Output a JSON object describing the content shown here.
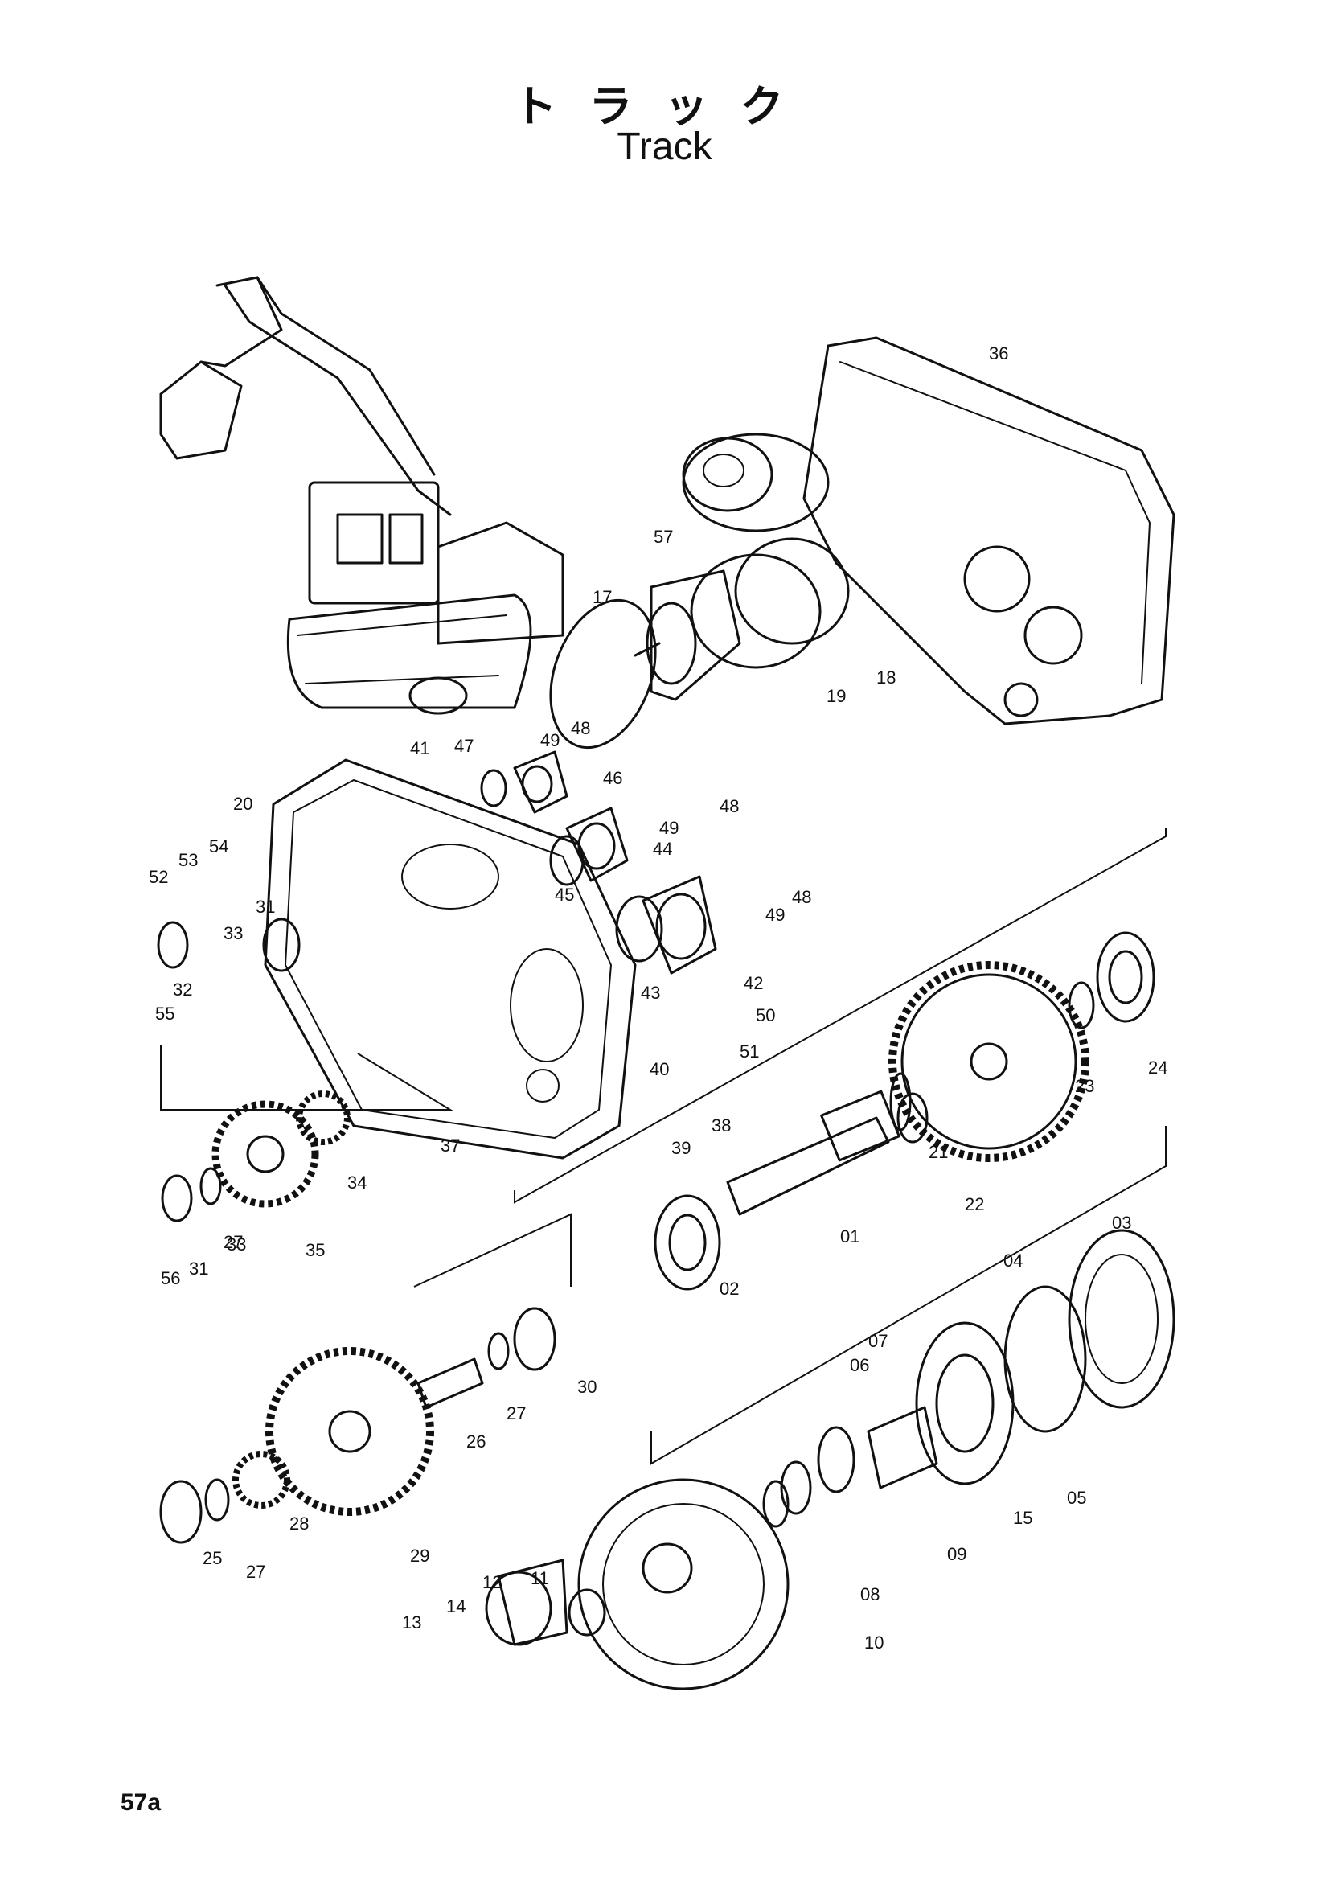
{
  "title": {
    "japanese": "トラック",
    "english": "Track"
  },
  "page_number": "57a",
  "part_labels": [
    "01",
    "02",
    "03",
    "04",
    "05",
    "06",
    "07",
    "08",
    "09",
    "10",
    "11",
    "12",
    "13",
    "14",
    "15",
    "17",
    "18",
    "19",
    "20",
    "21",
    "22",
    "23",
    "24",
    "25",
    "26",
    "27",
    "27",
    "27",
    "28",
    "29",
    "30",
    "31",
    "31",
    "32",
    "33",
    "33",
    "34",
    "35",
    "36",
    "37",
    "38",
    "39",
    "40",
    "41",
    "42",
    "43",
    "44",
    "45",
    "46",
    "47",
    "48",
    "48",
    "48",
    "49",
    "49",
    "49",
    "50",
    "51",
    "52",
    "53",
    "54",
    "55",
    "56",
    "57"
  ]
}
